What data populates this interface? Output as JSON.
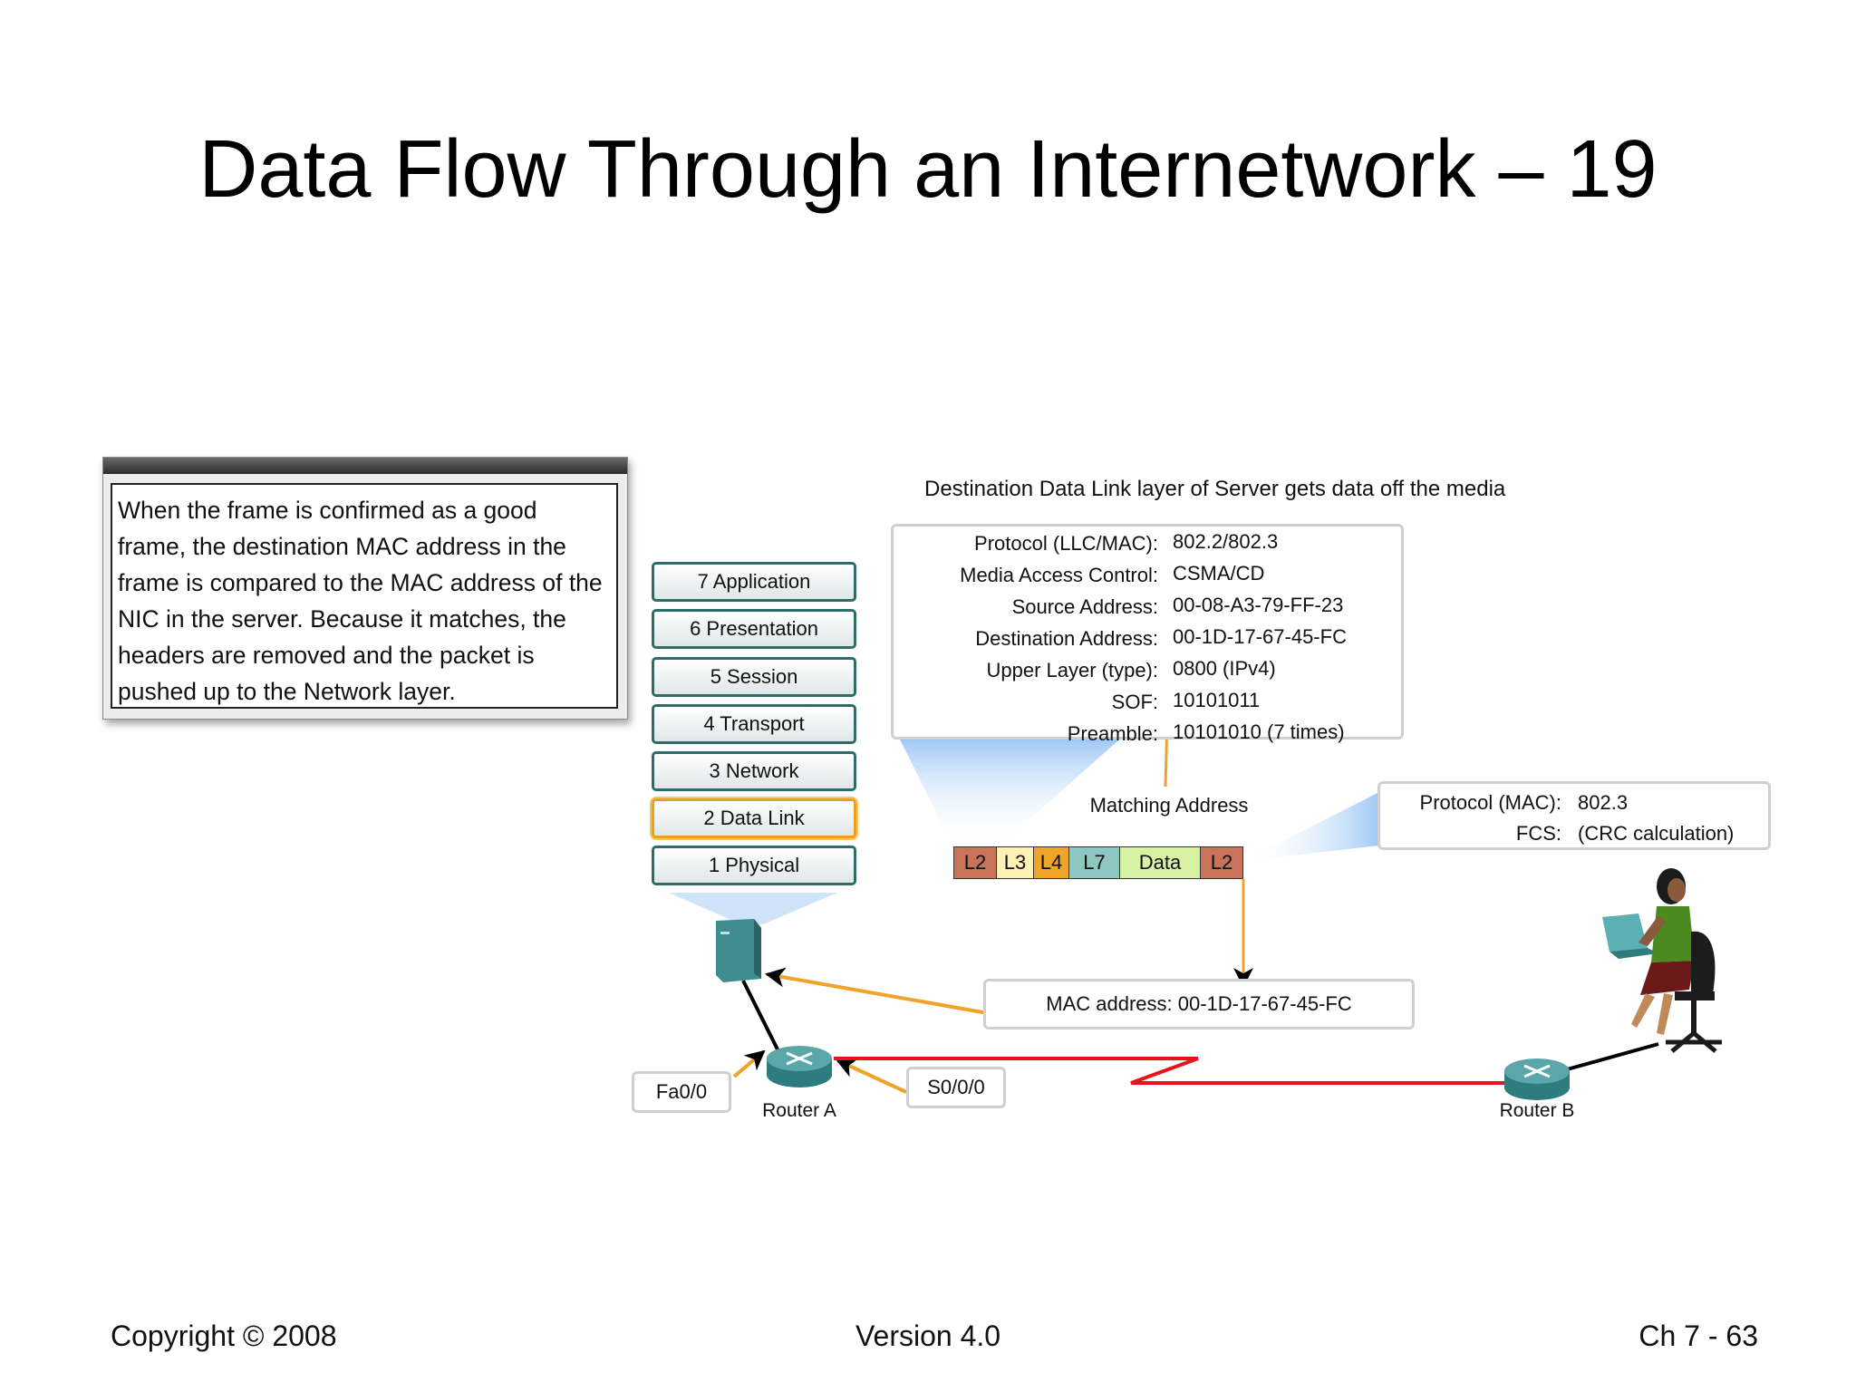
{
  "slide": {
    "title": "Data Flow Through an Internetwork – 19"
  },
  "explanation": {
    "lines": [
      "When the frame is confirmed as a good",
      "frame, the destination MAC address in the",
      "frame is compared to the MAC address of the",
      "NIC in the server. Because it matches, the",
      "headers are removed and the packet is",
      "pushed up to the Network layer."
    ]
  },
  "diagram": {
    "heading": "Destination Data Link layer of Server gets data off the media",
    "osi_layers": [
      {
        "label": "7 Application",
        "active": false
      },
      {
        "label": "6 Presentation",
        "active": false
      },
      {
        "label": "5 Session",
        "active": false
      },
      {
        "label": "4 Transport",
        "active": false
      },
      {
        "label": "3 Network",
        "active": false
      },
      {
        "label": "2 Data Link",
        "active": true
      },
      {
        "label": "1 Physical",
        "active": false
      }
    ],
    "header_fields": [
      {
        "label": "Protocol (LLC/MAC):",
        "value": "802.2/802.3"
      },
      {
        "label": "Media Access Control:",
        "value": "CSMA/CD"
      },
      {
        "label": "Source Address:",
        "value": "00-08-A3-79-FF-23"
      },
      {
        "label": "Destination Address:",
        "value": "00-1D-17-67-45-FC"
      },
      {
        "label": "Upper Layer (type):",
        "value": "0800 (IPv4)"
      },
      {
        "label": "SOF:",
        "value": "10101011"
      },
      {
        "label": "Preamble:",
        "value": "10101010 (7 times)"
      }
    ],
    "matching_label": "Matching Address",
    "frame_segments": [
      {
        "label": "L2",
        "color": "#c9735a"
      },
      {
        "label": "L3",
        "color": "#fbf2b4"
      },
      {
        "label": "L4",
        "color": "#f0a52a"
      },
      {
        "label": "L7",
        "color": "#8ec7c0"
      },
      {
        "label": "Data",
        "color": "#d7f2a4"
      },
      {
        "label": "L2",
        "color": "#c9735a"
      }
    ],
    "trailer_fields": [
      {
        "label": "Protocol (MAC):",
        "value": "802.3"
      },
      {
        "label": "FCS:",
        "value": "(CRC calculation)"
      }
    ],
    "mac_label": "MAC address: 00-1D-17-67-45-FC",
    "fa_interface": "Fa0/0",
    "serial_interface": "S0/0/0",
    "router_a_label": "Router A",
    "router_b_label": "Router B",
    "colors": {
      "arrow_orange": "#f0a32a",
      "wan_red": "#e8141b",
      "device_teal": "#3f8c8e",
      "beam_blue": "#8fbff3"
    }
  },
  "footer": {
    "copyright": "Copyright © 2008",
    "version": "Version 4.0",
    "page": "Ch 7 - 63"
  }
}
